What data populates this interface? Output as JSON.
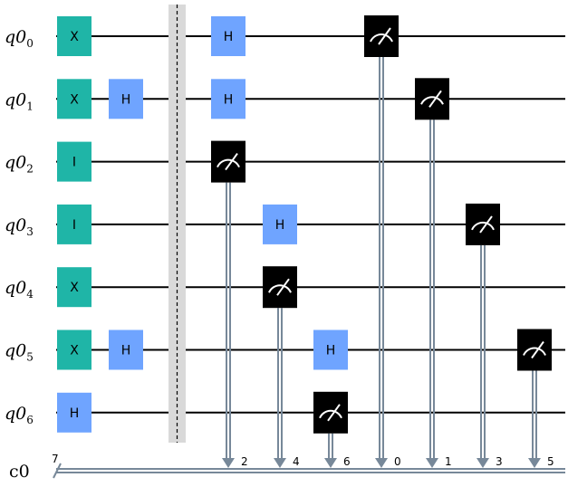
{
  "circuit": {
    "qubit_register_name": "q0",
    "qubit_indices": [
      "0",
      "1",
      "2",
      "3",
      "4",
      "5",
      "6"
    ],
    "classical_register_name": "c0",
    "classical_width": "7",
    "colors": {
      "pauli_gate": "#1fb5a7",
      "h_gate": "#6fa4ff",
      "measure": "#000000",
      "classical_wire": "#778899",
      "barrier": "#d9d9d9"
    },
    "gates": [
      {
        "label": "X",
        "qubit": 0,
        "kind": "pauli"
      },
      {
        "label": "X",
        "qubit": 1,
        "kind": "pauli"
      },
      {
        "label": "I",
        "qubit": 2,
        "kind": "pauli"
      },
      {
        "label": "I",
        "qubit": 3,
        "kind": "pauli"
      },
      {
        "label": "X",
        "qubit": 4,
        "kind": "pauli"
      },
      {
        "label": "X",
        "qubit": 5,
        "kind": "pauli"
      },
      {
        "label": "H",
        "qubit": 6,
        "kind": "h"
      },
      {
        "label": "H",
        "qubit": 1,
        "kind": "h"
      },
      {
        "label": "H",
        "qubit": 5,
        "kind": "h"
      },
      {
        "label": "H",
        "qubit": 0,
        "kind": "h"
      },
      {
        "label": "H",
        "qubit": 1,
        "kind": "h"
      },
      {
        "label": "H",
        "qubit": 3,
        "kind": "h"
      },
      {
        "label": "H",
        "qubit": 5,
        "kind": "h"
      }
    ],
    "measurements": [
      {
        "qubit": 2,
        "clbit": "2"
      },
      {
        "qubit": 4,
        "clbit": "4"
      },
      {
        "qubit": 6,
        "clbit": "6"
      },
      {
        "qubit": 0,
        "clbit": "0"
      },
      {
        "qubit": 1,
        "clbit": "1"
      },
      {
        "qubit": 3,
        "clbit": "3"
      },
      {
        "qubit": 5,
        "clbit": "5"
      }
    ]
  }
}
